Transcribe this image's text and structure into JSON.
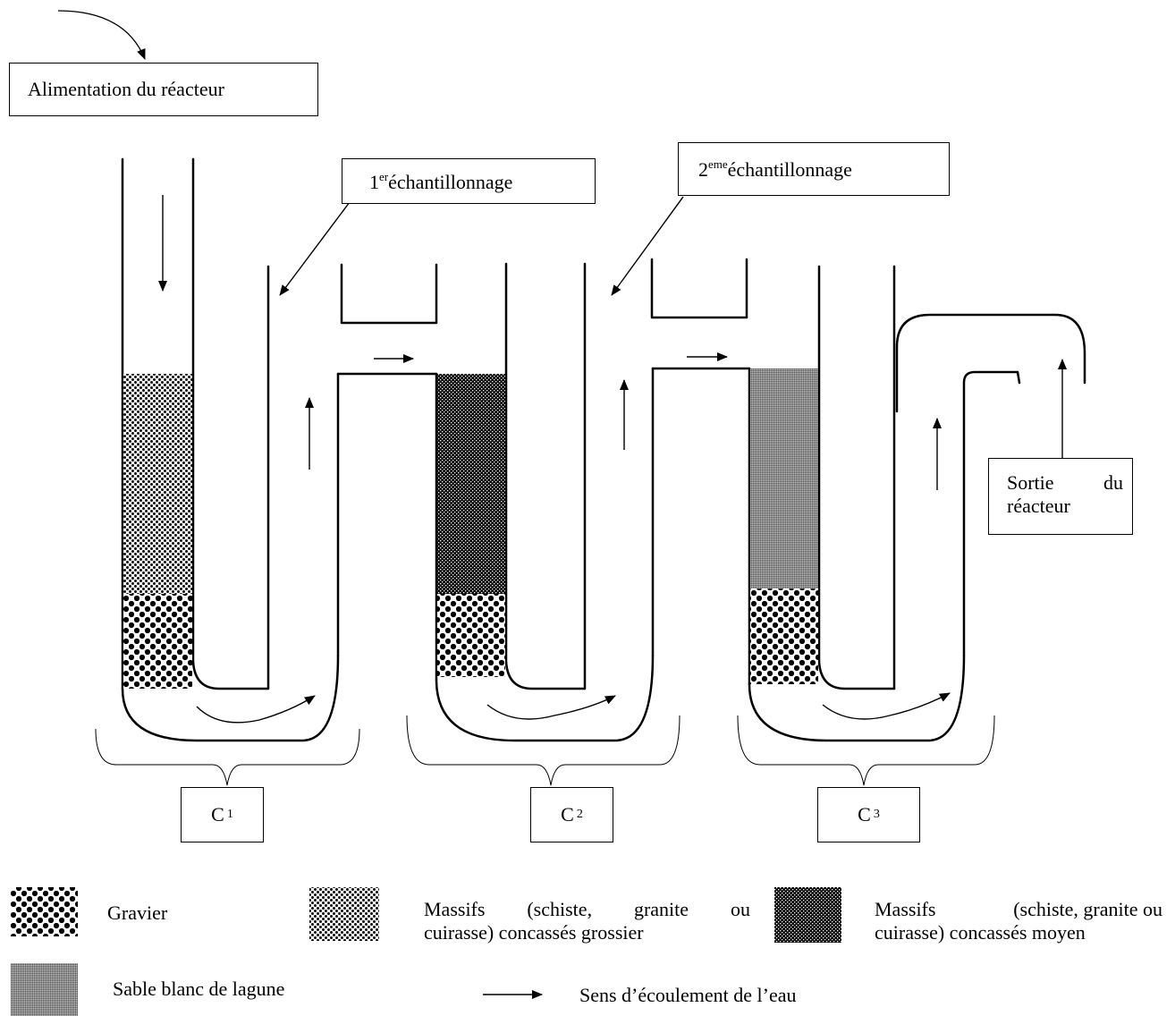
{
  "inlet": {
    "label": "Alimentation du réacteur"
  },
  "samples": {
    "first": {
      "prefix": "1",
      "sup": "er",
      "rest": "échantillonnage"
    },
    "second": {
      "prefix": "2",
      "sup": "eme",
      "rest": "échantillonnage"
    }
  },
  "outlet": {
    "line1_words": [
      "Sortie",
      "du"
    ],
    "line2": "réacteur"
  },
  "columns": [
    {
      "letter": "C",
      "index": "1"
    },
    {
      "letter": "C",
      "index": "2"
    },
    {
      "letter": "C",
      "index": "3"
    }
  ],
  "legend": {
    "gravel": "Gravier",
    "coarse_line1_words": [
      "Massifs",
      "(schiste,",
      "granite",
      "ou"
    ],
    "coarse_line2": "cuirasse) concassés grossier",
    "medium_line1_words": [
      "Massifs",
      "(schiste, granite ou"
    ],
    "medium_line2": "cuirasse) concassés moyen",
    "sand": "Sable blanc de lagune",
    "flow": "Sens d’écoulement de l’eau"
  },
  "colors": {
    "ink": "#000000",
    "background": "#ffffff"
  }
}
